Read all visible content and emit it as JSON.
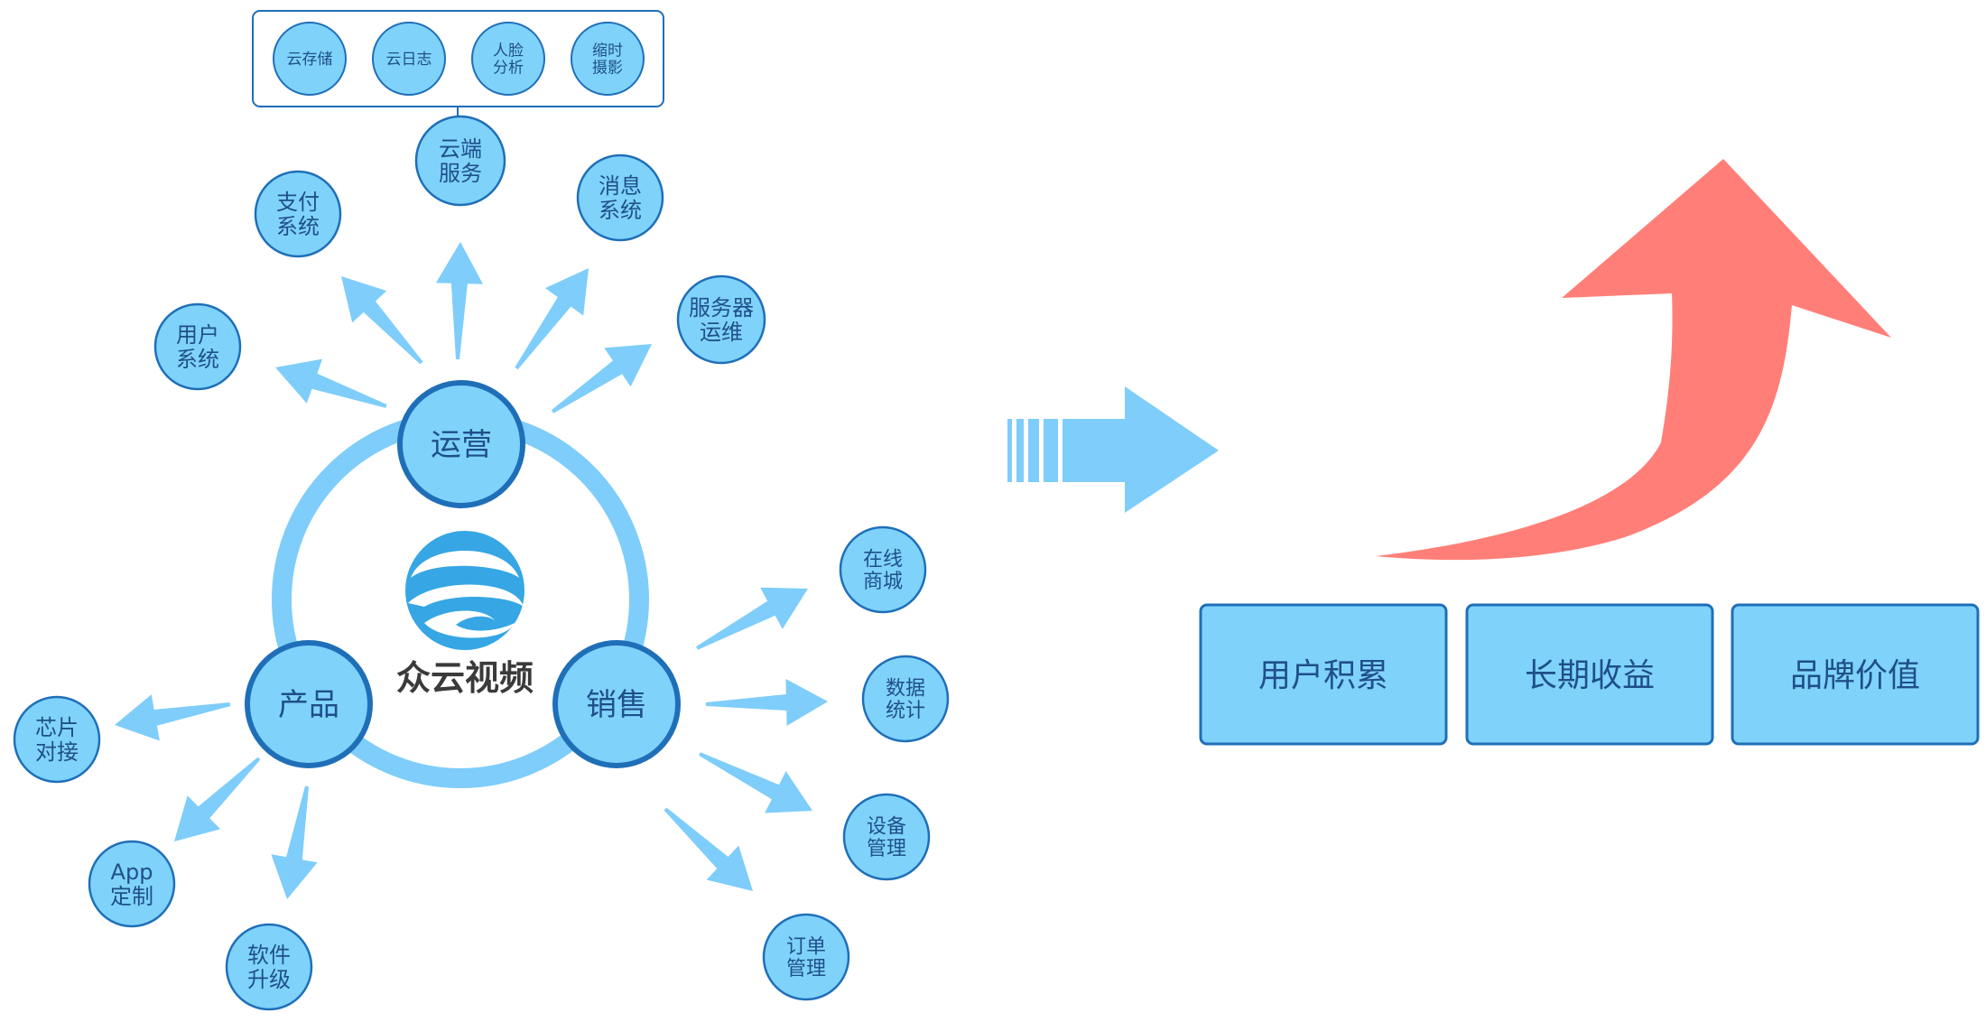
{
  "brand": {
    "name": "众云视频",
    "logo_icon": "swirl-logo-icon"
  },
  "cloud_services": [
    "云存储",
    "云日志",
    "人脸\n分析",
    "缩时\n摄影"
  ],
  "hubs": {
    "operations": "运营",
    "product": "产品",
    "sales": "销售"
  },
  "operations_items": [
    "用户\n系统",
    "支付\n系统",
    "云端\n服务",
    "消息\n系统",
    "服务器\n运维"
  ],
  "product_items": [
    "芯片\n对接",
    "App\n定制",
    "软件\n升级"
  ],
  "sales_items": [
    "在线\n商城",
    "数据\n统计",
    "设备\n管理",
    "订单\n管理"
  ],
  "outcomes": [
    "用户积累",
    "长期收益",
    "品牌价值"
  ],
  "colors": {
    "node_fill": "#7fd3fb",
    "node_stroke": "#1f6fb8",
    "arrow_blue": "#7ecdfa",
    "ring": "#7ecdfa",
    "growth_arrow": "#ff7f78",
    "text_blue": "#1f4f8a",
    "brand_text": "#3a3a3a",
    "logo_blue": "#36a6e4"
  }
}
